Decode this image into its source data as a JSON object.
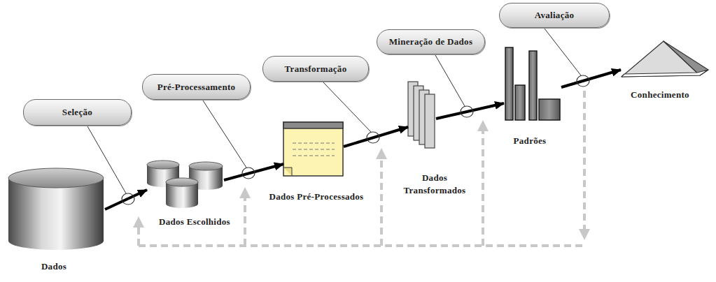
{
  "diagram": {
    "nodes": [
      {
        "text": [
          "Dados"
        ]
      },
      {
        "text": [
          "Seleção"
        ]
      },
      {
        "text": [
          "Dados Escolhidos"
        ]
      },
      {
        "text": [
          "Pré-Processamento"
        ]
      },
      {
        "text": [
          "Dados Pré-Processados"
        ]
      },
      {
        "text": [
          "Transformação"
        ]
      },
      {
        "text": [
          "Dados Transformados"
        ]
      },
      {
        "text": [
          "Mineração de Dados"
        ]
      },
      {
        "text": [
          "Padrões"
        ]
      },
      {
        "text": [
          "Avaliação"
        ]
      },
      {
        "text": [
          "Conhecimento"
        ]
      }
    ],
    "edges": [
      {
        "from": 0,
        "to": 2,
        "arrow": "to"
      },
      {
        "from": 2,
        "to": 4,
        "arrow": "to"
      },
      {
        "from": 4,
        "to": 6,
        "arrow": "to"
      },
      {
        "from": 6,
        "to": 8,
        "arrow": "to"
      },
      {
        "from": 8,
        "to": 10,
        "arrow": "to"
      }
    ]
  }
}
